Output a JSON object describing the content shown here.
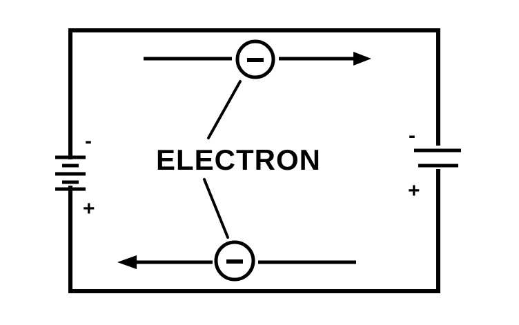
{
  "diagram": {
    "electron_label": "ELECTRON",
    "left_battery": {
      "negative_sign": "-",
      "positive_sign": "+"
    },
    "right_battery": {
      "negative_sign": "-",
      "positive_sign": "+"
    },
    "electrons": [
      {
        "charge_symbol": "−",
        "direction": "right"
      },
      {
        "charge_symbol": "−",
        "direction": "left"
      }
    ],
    "colors": {
      "line": "#000000",
      "background": "#ffffff"
    }
  }
}
